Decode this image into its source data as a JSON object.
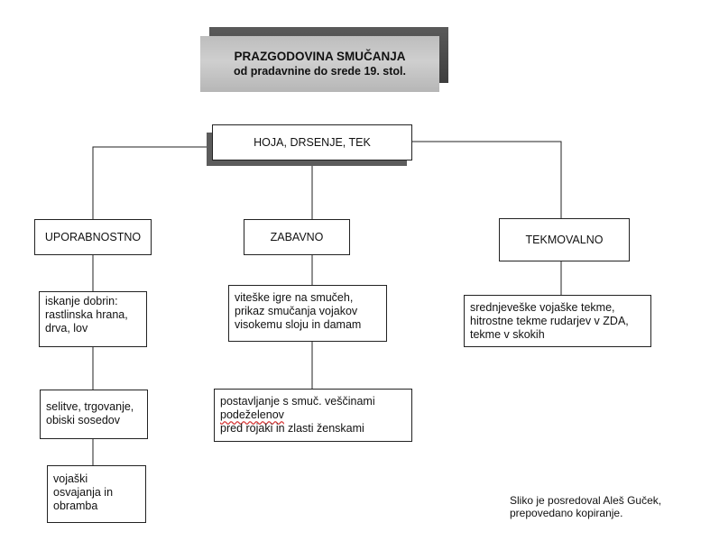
{
  "title": {
    "line1": "PRAZGODOVINA SMUČANJA",
    "line2": "od pradavnine do srede 19. stol."
  },
  "root": {
    "label": "HOJA, DRSENJE, TEK"
  },
  "branches": {
    "uporabnostno": {
      "label": "UPORABNOSTNO",
      "items": [
        "iskanje dobrin:\nrastlinska hrana,\ndrva, lov",
        "selitve, trgovanje,\nobiski sosedov",
        "vojaški\nosvajanja in\nobramba"
      ]
    },
    "zabavno": {
      "label": "ZABAVNO",
      "items": [
        "viteške igre na smučeh,\nprikaz smučanja vojakov\nvisokemu sloju in damam"
      ],
      "item2": {
        "line1": "postavljanje s smuč. veščinami",
        "line2": "podeželenov",
        "line3": "pred rojaki in zlasti ženskami"
      }
    },
    "tekmovalno": {
      "label": "TEKMOVALNO",
      "items": [
        "srednjeveške vojaške tekme,\nhitrostne tekme rudarjev v ZDA,\ntekme v skokih"
      ]
    }
  },
  "credit": "Sliko je posredoval Aleš Guček,\nprepovedano kopiranje."
}
